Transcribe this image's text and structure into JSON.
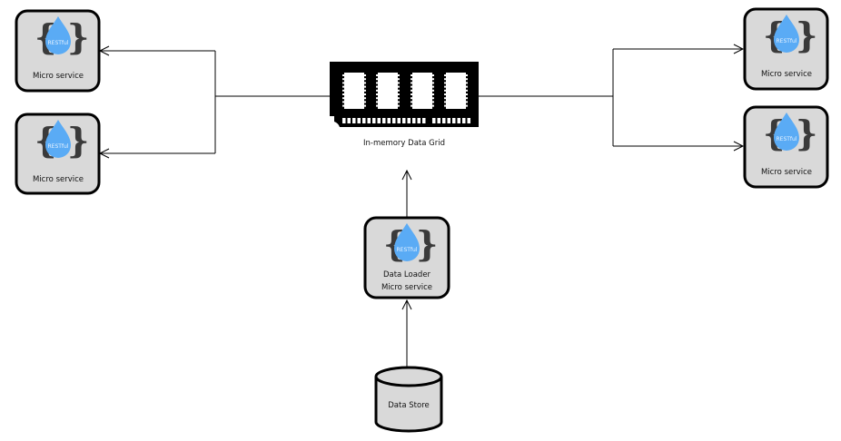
{
  "diagram": {
    "central": {
      "label": "In-memory Data Grid",
      "icon": "ram-module-icon"
    },
    "services_left": [
      {
        "label": "Micro service",
        "badge": "RESTful"
      },
      {
        "label": "Micro service",
        "badge": "RESTful"
      }
    ],
    "services_right": [
      {
        "label": "Micro service",
        "badge": "RESTful"
      },
      {
        "label": "Micro service",
        "badge": "RESTful"
      }
    ],
    "loader": {
      "line1": "Data Loader",
      "line2": "Micro service",
      "badge": "RESTful"
    },
    "store": {
      "label": "Data Store"
    },
    "colors": {
      "box_fill": "#d9d9d9",
      "stroke": "#000000",
      "drop": "#5aabf5",
      "brace": "#3a3a3a"
    }
  }
}
